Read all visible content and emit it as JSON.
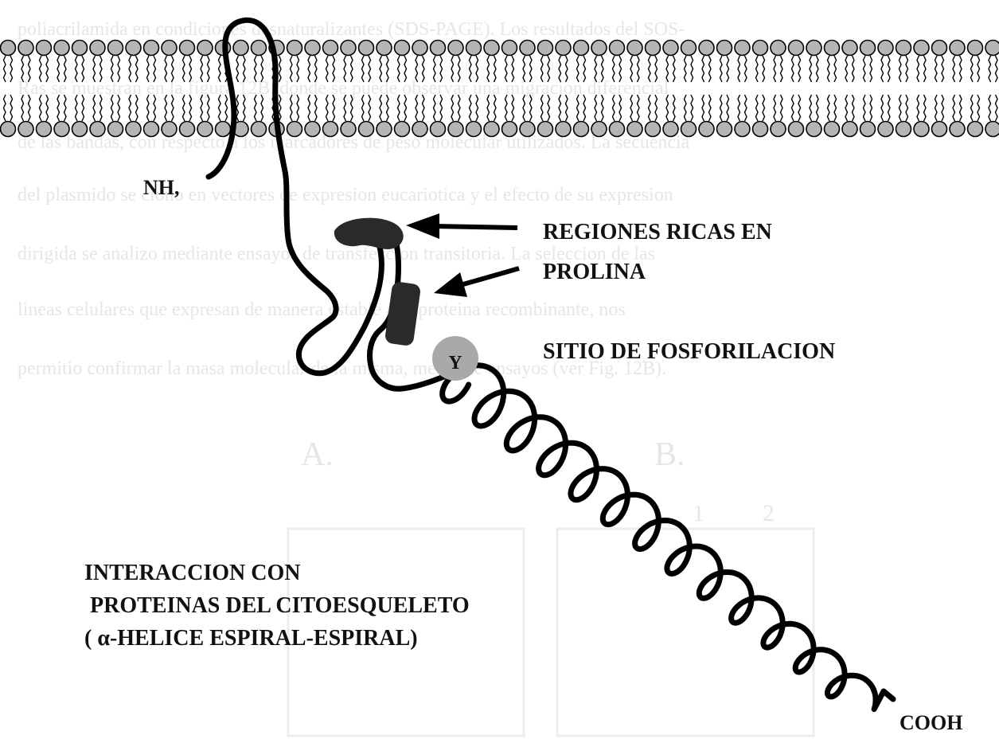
{
  "colors": {
    "membrane_head": "#b5b5b5",
    "protein_line": "#000000",
    "proline_region": "#2a2a2a",
    "phospho_circle": "#a9a9a9",
    "background_text": "#e6e6e6"
  },
  "labels": {
    "nh2": "NH,",
    "proline_1": "REGIONES RICAS EN",
    "proline_2": "PROLINA",
    "phospho": "SITIO DE FOSFORILACION",
    "tyrosine": "Y",
    "interaction_1": "INTERACCION CON",
    "interaction_2": " PROTEINAS DEL CITOESQUELETO",
    "interaction_3": "( α-HELICE ESPIRAL-ESPIRAL)",
    "cooh": "COOH"
  },
  "background_text": {
    "line_1": "poliacrilamida en condiciones desnaturalizantes (SDS-PAGE). Los resultados del SOS-",
    "line_2": "Ras se muestran en la figura 12B, donde se puede observar una migracion diferencial",
    "line_3": "de las bandas, con respecto a los marcadores de peso molecular utilizados. La secuencia",
    "line_4": "del plasmido se clono en vectores de expresion eucariotica y el efecto de su expresion",
    "line_5": "dirigida se analizo mediante ensayos de transfeccion transitoria. La seleccion de las",
    "line_6": "lineas celulares que expresan de manera estable a la proteina recombinante, nos",
    "line_7": "permitio confirmar la masa molecular de la misma, mediante ensayos (ver Fig. 12B).",
    "panel_a": "A.",
    "panel_b": "B.",
    "lane_1": "1",
    "lane_2": "2"
  }
}
